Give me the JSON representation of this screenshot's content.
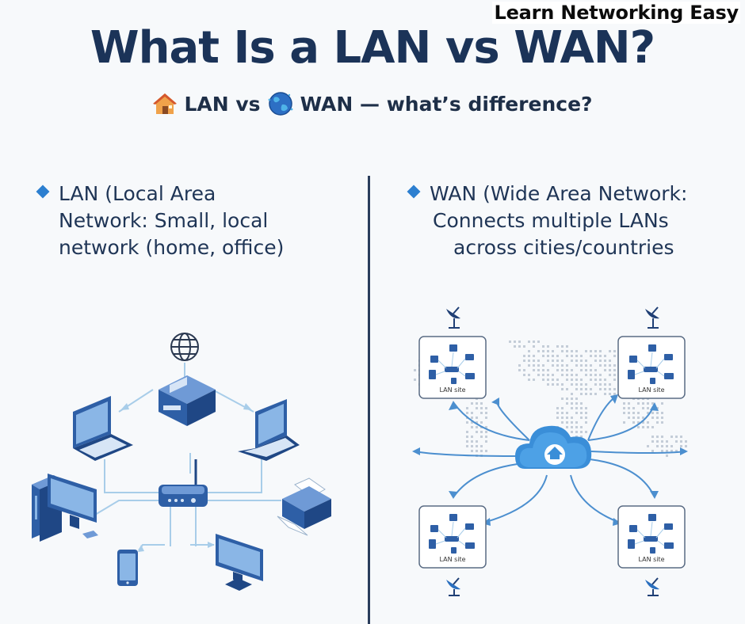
{
  "brand": "Learn Networking Easy",
  "title": "What Is a LAN vs WAN?",
  "subtitle": {
    "lan_label": "LAN vs",
    "wan_label": "WAN — what’s difference?"
  },
  "lan": {
    "lines": [
      "LAN (Local Area",
      "Network:  Small, local",
      "network (home, office)"
    ]
  },
  "wan": {
    "lines": [
      "WAN (Wide Area Network:",
      "Connects multiple LANs",
      "across cities/countries"
    ],
    "sites": [
      "LAN site",
      "LAN site",
      "LAN site",
      "LAN site"
    ]
  },
  "icons": {
    "subtitle": [
      "house-icon",
      "globe-icon"
    ],
    "lan": [
      "internet-globe-icon",
      "server-icon",
      "laptop-icon",
      "desktop-computer-icon",
      "router-icon",
      "printer-icon",
      "smartphone-icon",
      "monitor-icon"
    ],
    "wan": [
      "cloud-icon",
      "satellite-dish-icon",
      "world-map"
    ]
  },
  "colors": {
    "title": "#1b3358",
    "accent": "#2c7fd0",
    "cloud": "#3a8ed8",
    "device": "#2e5fa6",
    "connector": "#a8cde9"
  }
}
